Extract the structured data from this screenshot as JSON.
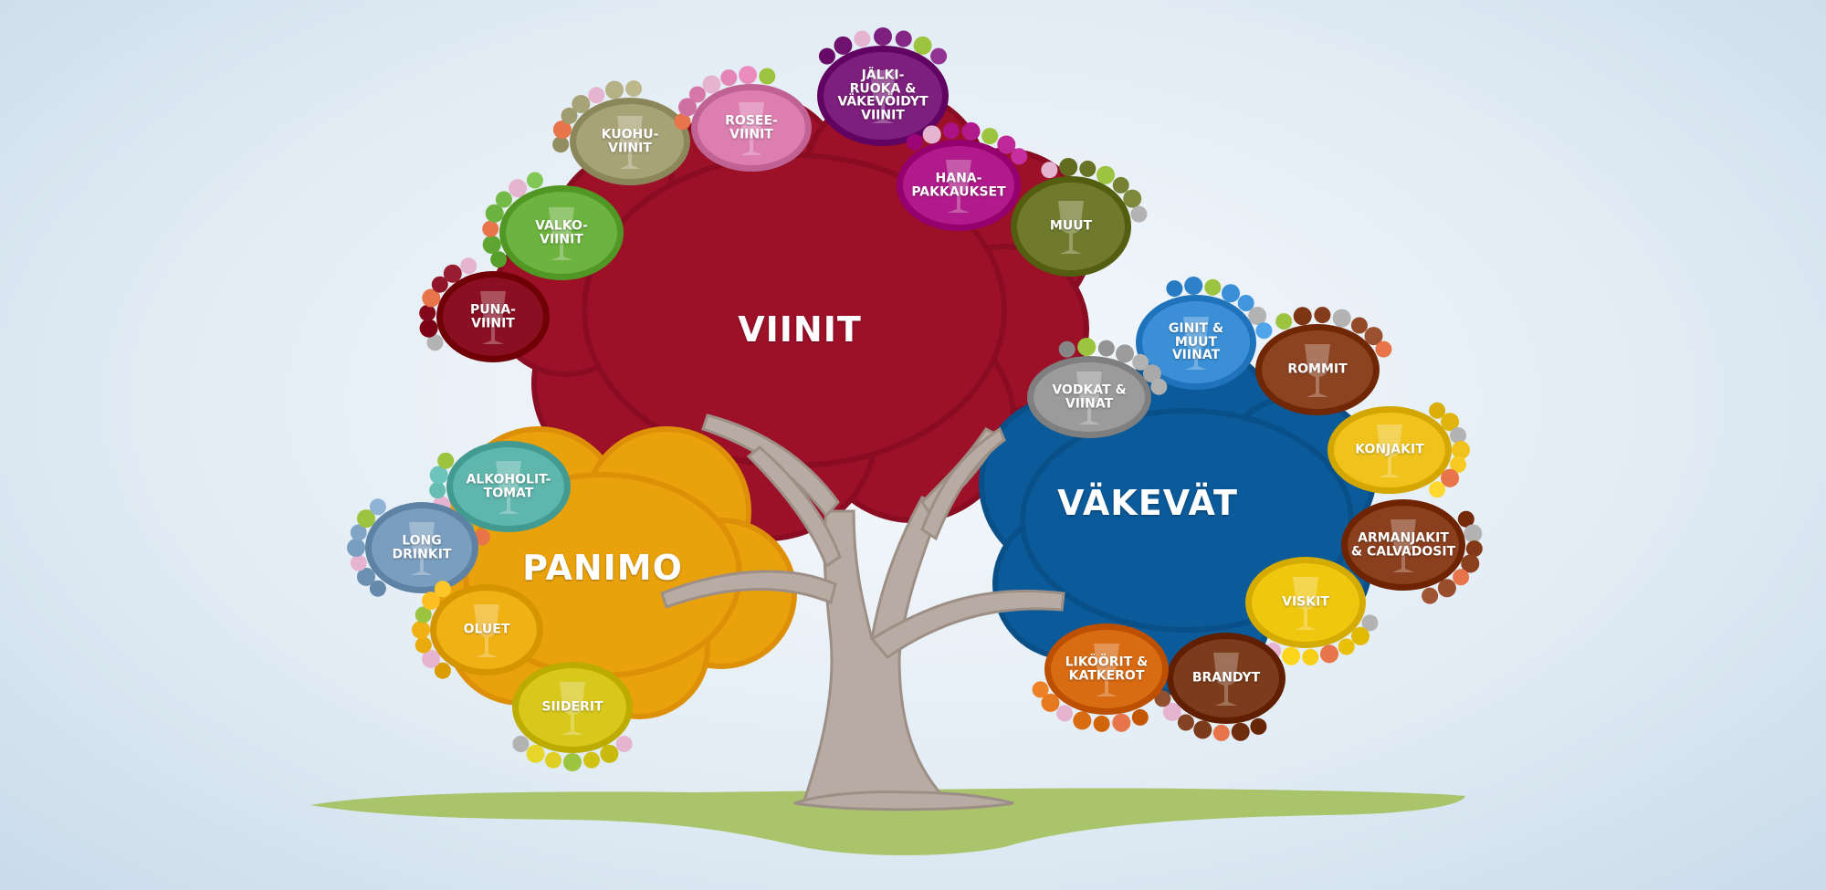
{
  "main_groups": [
    {
      "id": "viinit",
      "label": "VIINIT",
      "color": "#9c1028"
    },
    {
      "id": "vakevat",
      "label": "VÄKEVÄT",
      "color": "#0b5a9a"
    },
    {
      "id": "panimo",
      "label": "PANIMO",
      "color": "#eaa20c"
    }
  ],
  "categories": [
    {
      "id": "punaviinit",
      "label": "PUNA-\nVIINIT",
      "group": "viinit",
      "color": "#8a0f22",
      "icon": "wine-glass-icon"
    },
    {
      "id": "valkoviinit",
      "label": "VALKO-\nVIINIT",
      "group": "viinit",
      "color": "#6cb33f",
      "icon": "wine-glass-icon"
    },
    {
      "id": "kuohuviinit",
      "label": "KUOHU-\nVIINIT",
      "group": "viinit",
      "color": "#a8a277",
      "icon": "sparkling-glass-icon"
    },
    {
      "id": "roseeviinit",
      "label": "ROSEE-\nVIINIT",
      "group": "viinit",
      "color": "#dc7fb0",
      "icon": "wine-glass-icon"
    },
    {
      "id": "jalkiruokaviinit",
      "label": "JÄLKI-\nRUOKA &\nVÄKEVÖIDYT\nVIINIT",
      "group": "viinit",
      "color": "#7d1f7c",
      "icon": "dessert-glass-icon"
    },
    {
      "id": "hanapakkaukset",
      "label": "HANA-\nPAKKAUKSET",
      "group": "viinit",
      "color": "#b01a8a",
      "icon": "bag-in-box-icon"
    },
    {
      "id": "muut",
      "label": "MUUT",
      "group": "viinit",
      "color": "#6f7a2c",
      "icon": "bottle-icon"
    },
    {
      "id": "ginit",
      "label": "GINIT &\nMUUT\nVIINAT",
      "group": "vakevat",
      "color": "#3a8fd6",
      "icon": "gin-bottle-icon"
    },
    {
      "id": "vodkat",
      "label": "VODKAT &\nVIINAT",
      "group": "vakevat",
      "color": "#9b9b9b",
      "icon": "vodka-glass-icon"
    },
    {
      "id": "rommit",
      "label": "ROMMIT",
      "group": "vakevat",
      "color": "#8c4322",
      "icon": "rum-glass-icon"
    },
    {
      "id": "konjakit",
      "label": "KONJAKIT",
      "group": "vakevat",
      "color": "#efc31b",
      "icon": "snifter-icon"
    },
    {
      "id": "armanjakit",
      "label": "ARMANJAKIT\n& CALVADOSIT",
      "group": "vakevat",
      "color": "#8a3f1e",
      "icon": "snifter-icon"
    },
    {
      "id": "viskit",
      "label": "VISKIT",
      "group": "vakevat",
      "color": "#f0c70f",
      "icon": "tumbler-icon"
    },
    {
      "id": "brandyt",
      "label": "BRANDYT",
      "group": "vakevat",
      "color": "#7c3b1a",
      "icon": "snifter-icon"
    },
    {
      "id": "likoorit",
      "label": "LIKÖÖRIT &\nKATKEROT",
      "group": "vakevat",
      "color": "#d96b12",
      "icon": "liqueur-glass-icon"
    },
    {
      "id": "alkoholittomat",
      "label": "ALKOHOLIT-\nTOMAT",
      "group": "panimo",
      "color": "#5fb6ad",
      "icon": "carton-icon"
    },
    {
      "id": "longdrinkit",
      "label": "LONG\nDRINKIT",
      "group": "panimo",
      "color": "#7a9ec0",
      "icon": "can-icon"
    },
    {
      "id": "oluet",
      "label": "OLUET",
      "group": "panimo",
      "color": "#f0b114",
      "icon": "beer-glass-icon"
    },
    {
      "id": "siiderit",
      "label": "SIIDERIT",
      "group": "panimo",
      "color": "#d8c81c",
      "icon": "cider-glass-icon"
    }
  ]
}
